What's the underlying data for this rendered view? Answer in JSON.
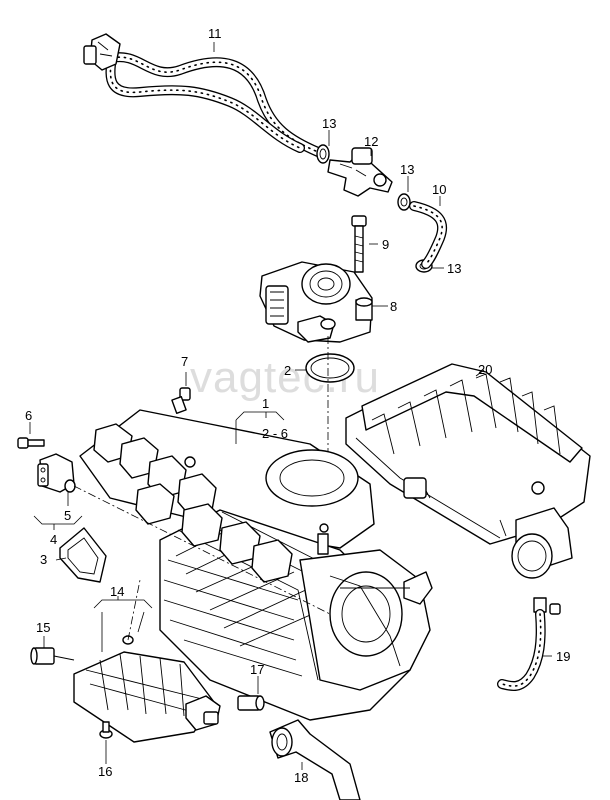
{
  "watermark": "vagtec.ru",
  "callouts": {
    "c1": "1",
    "c1_range": "2 - 6",
    "c2": "2",
    "c3": "3",
    "c4": "4",
    "c5": "5",
    "c6": "6",
    "c7": "7",
    "c8": "8",
    "c9": "9",
    "c10": "10",
    "c11": "11",
    "c12": "12",
    "c13a": "13",
    "c13b": "13",
    "c13c": "13",
    "c14": "14",
    "c15": "15",
    "c16": "16",
    "c17": "17",
    "c18": "18",
    "c19": "19",
    "c20": "20"
  }
}
